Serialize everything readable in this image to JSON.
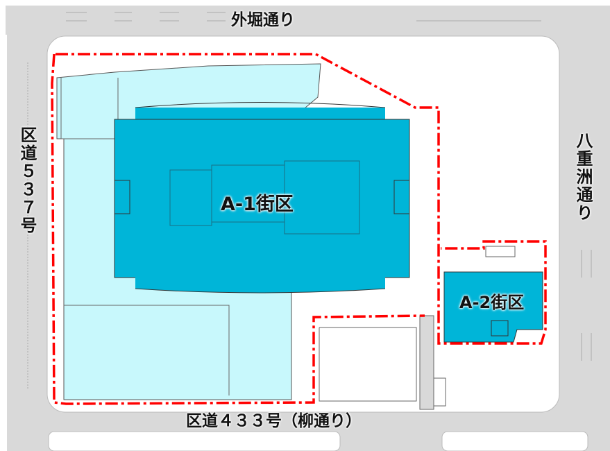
{
  "roads": {
    "north": "外堀通り",
    "west": "区道５３７号",
    "east": "八重洲通り",
    "south": "区道４３３号（柳通り）"
  },
  "blocks": [
    {
      "label": "A-1街区"
    },
    {
      "label": "A-2街区"
    }
  ],
  "colors": {
    "road": "#d9d9d9",
    "site": "#ffffff",
    "low_building": "#c8f8fc",
    "block_building": "#00b5d8",
    "boundary": "#ff0000"
  }
}
